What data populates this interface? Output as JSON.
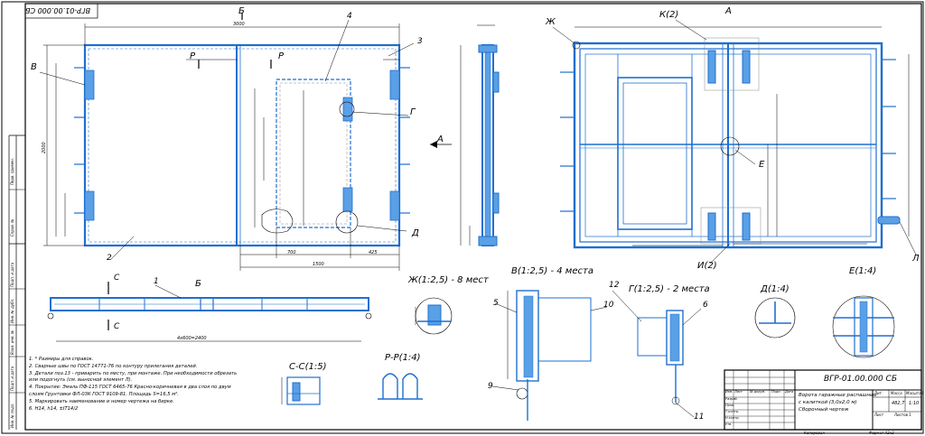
{
  "stamp_rotated": "ВГР-01.00.000 СБ",
  "view_labels": {
    "b_top": "Б",
    "a_right": "А",
    "zh": "Ж",
    "k2": "К(2)",
    "v": "В",
    "g": "Г",
    "d": "Д",
    "e": "Е",
    "i2": "И(2)",
    "l": "Л",
    "p_left": "Р",
    "p_right": "Р",
    "a_arrow": "А",
    "c_top": "С",
    "c_bot": "С",
    "b_bottom": "Б"
  },
  "positions": {
    "p1": "1",
    "p2": "2",
    "p3": "3",
    "p4": "4",
    "p5": "5",
    "p6": "6",
    "p9": "9",
    "p10": "10",
    "p11": "11",
    "p12": "12"
  },
  "detail_titles": {
    "zh": "Ж(1:2,5) - 8 мест",
    "v": "В(1:2,5) - 4 места",
    "g": "Г(1:2,5) - 2 места",
    "d": "Д(1:4)",
    "e": "Е(1:4)",
    "cc": "С-С(1:5)",
    "pp": "Р-Р(1:4)"
  },
  "dims": {
    "front_width": "3000",
    "front_height": "2000",
    "dim_1500": "1500",
    "dim_700": "700",
    "dim_425": "425",
    "bottom_width": "4x600=2400"
  },
  "notes": [
    "1. * Размеры для справок.",
    "2. Сварные швы по ГОСТ 14771-76 по контуру прилегания деталей.",
    "3. Детали поз.13 - приварить по месту, при монтаже. При необходимости обрезать",
    "или подогнуть (см. выносной элемент Л).",
    "4. Покрытие: Эмаль ПФ-115 ГОСТ 6465-76 Красно-коричневая в два слоя по двум",
    "слоям Грунтовки ФЛ-03К ГОСТ 9109-81. Площадь S=16,5 м².",
    "5. Маркировать наименование и номер чертежа на бирке.",
    "6. Н14, h14, ±IT14/2"
  ],
  "title_block": {
    "designation": "ВГР-01.00.000 СБ",
    "name_line1": "Ворота гаражные распашные",
    "name_line2": "с калиткой (3,0х2,0 м)",
    "name_line3": "Сборочный чертеж",
    "mass": "482,7",
    "scale": "1:10",
    "sheet": "Лист",
    "sheets": "Листов 1",
    "lit": "Лит.",
    "mass_h": "Масса",
    "scale_h": "Масштаб",
    "row_izm": "Изм.",
    "row_list": "Лист",
    "row_doc": "№ докум.",
    "row_sign": "Подп.",
    "row_date": "Дата",
    "razrab": "Разраб.",
    "prov": "Пров.",
    "tkontr": "Т.контр.",
    "nkontr": "Н.контр.",
    "utv": "Утв.",
    "copied": "Копировал",
    "format": "Формат А3х3"
  },
  "left_strip": [
    "Перв. примен.",
    "Справ. №",
    "Подп. и дата",
    "Инв. № дубл.",
    "Взам. инв. №",
    "Подп. и дата",
    "Инв. № подл."
  ],
  "colors": {
    "blue": "#1f6fd0",
    "fill": "#5aa0e6"
  }
}
